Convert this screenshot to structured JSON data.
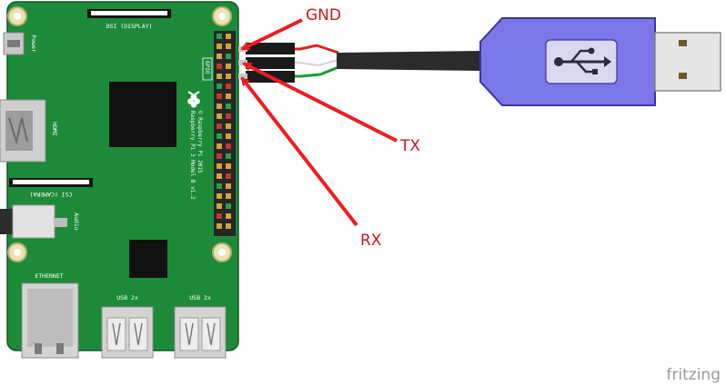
{
  "board": {
    "model_text": "Raspberry Pi 3 Model B v1.2",
    "copyright_text": "© Raspberry Pi 2015",
    "dsi_label": "DSI (DISPLAY)",
    "csi_label": "CSI (CAMERA)",
    "power_label": "Power",
    "hdmi_label": "HDMI",
    "audio_label": "Audio",
    "gpio_label": "GPIO",
    "ethernet_label": "ETHERNET",
    "usb1_label": "USB 2x",
    "usb2_label": "USB 2x"
  },
  "callouts": {
    "gnd": "GND",
    "tx": "TX",
    "rx": "RX"
  },
  "watermark": "fritzing",
  "colors": {
    "pcb": "#1d8a3a",
    "wire_red": "#e02020",
    "wire_white": "#f0f0f0",
    "wire_green": "#1a9a35",
    "usb_body": "#7b77e8",
    "arrow": "#ee1c24",
    "callout_text": "#c8161d"
  },
  "icons": [
    "usb-icon",
    "raspberry-logo-icon"
  ]
}
